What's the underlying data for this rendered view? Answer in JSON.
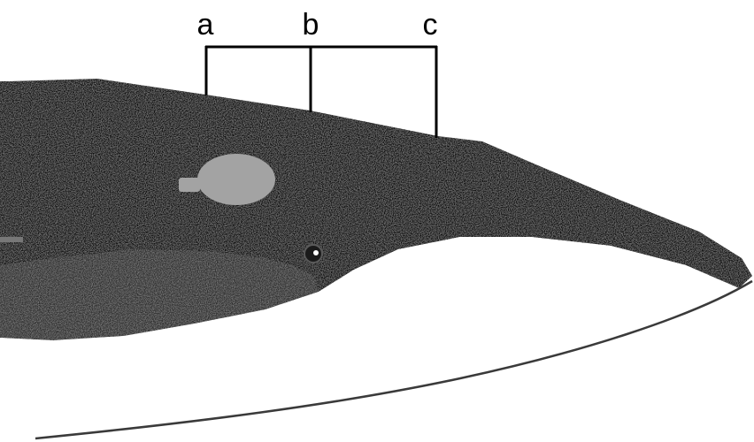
{
  "labels": {
    "a": "a",
    "b": "b",
    "c": "c"
  },
  "colors": {
    "head": "#111111",
    "throat": "#2e2e2e",
    "jaw": "#ffffff",
    "patch": "#a3a3a3",
    "bracket": "#000000",
    "eye_highlight": "#ffffff"
  }
}
